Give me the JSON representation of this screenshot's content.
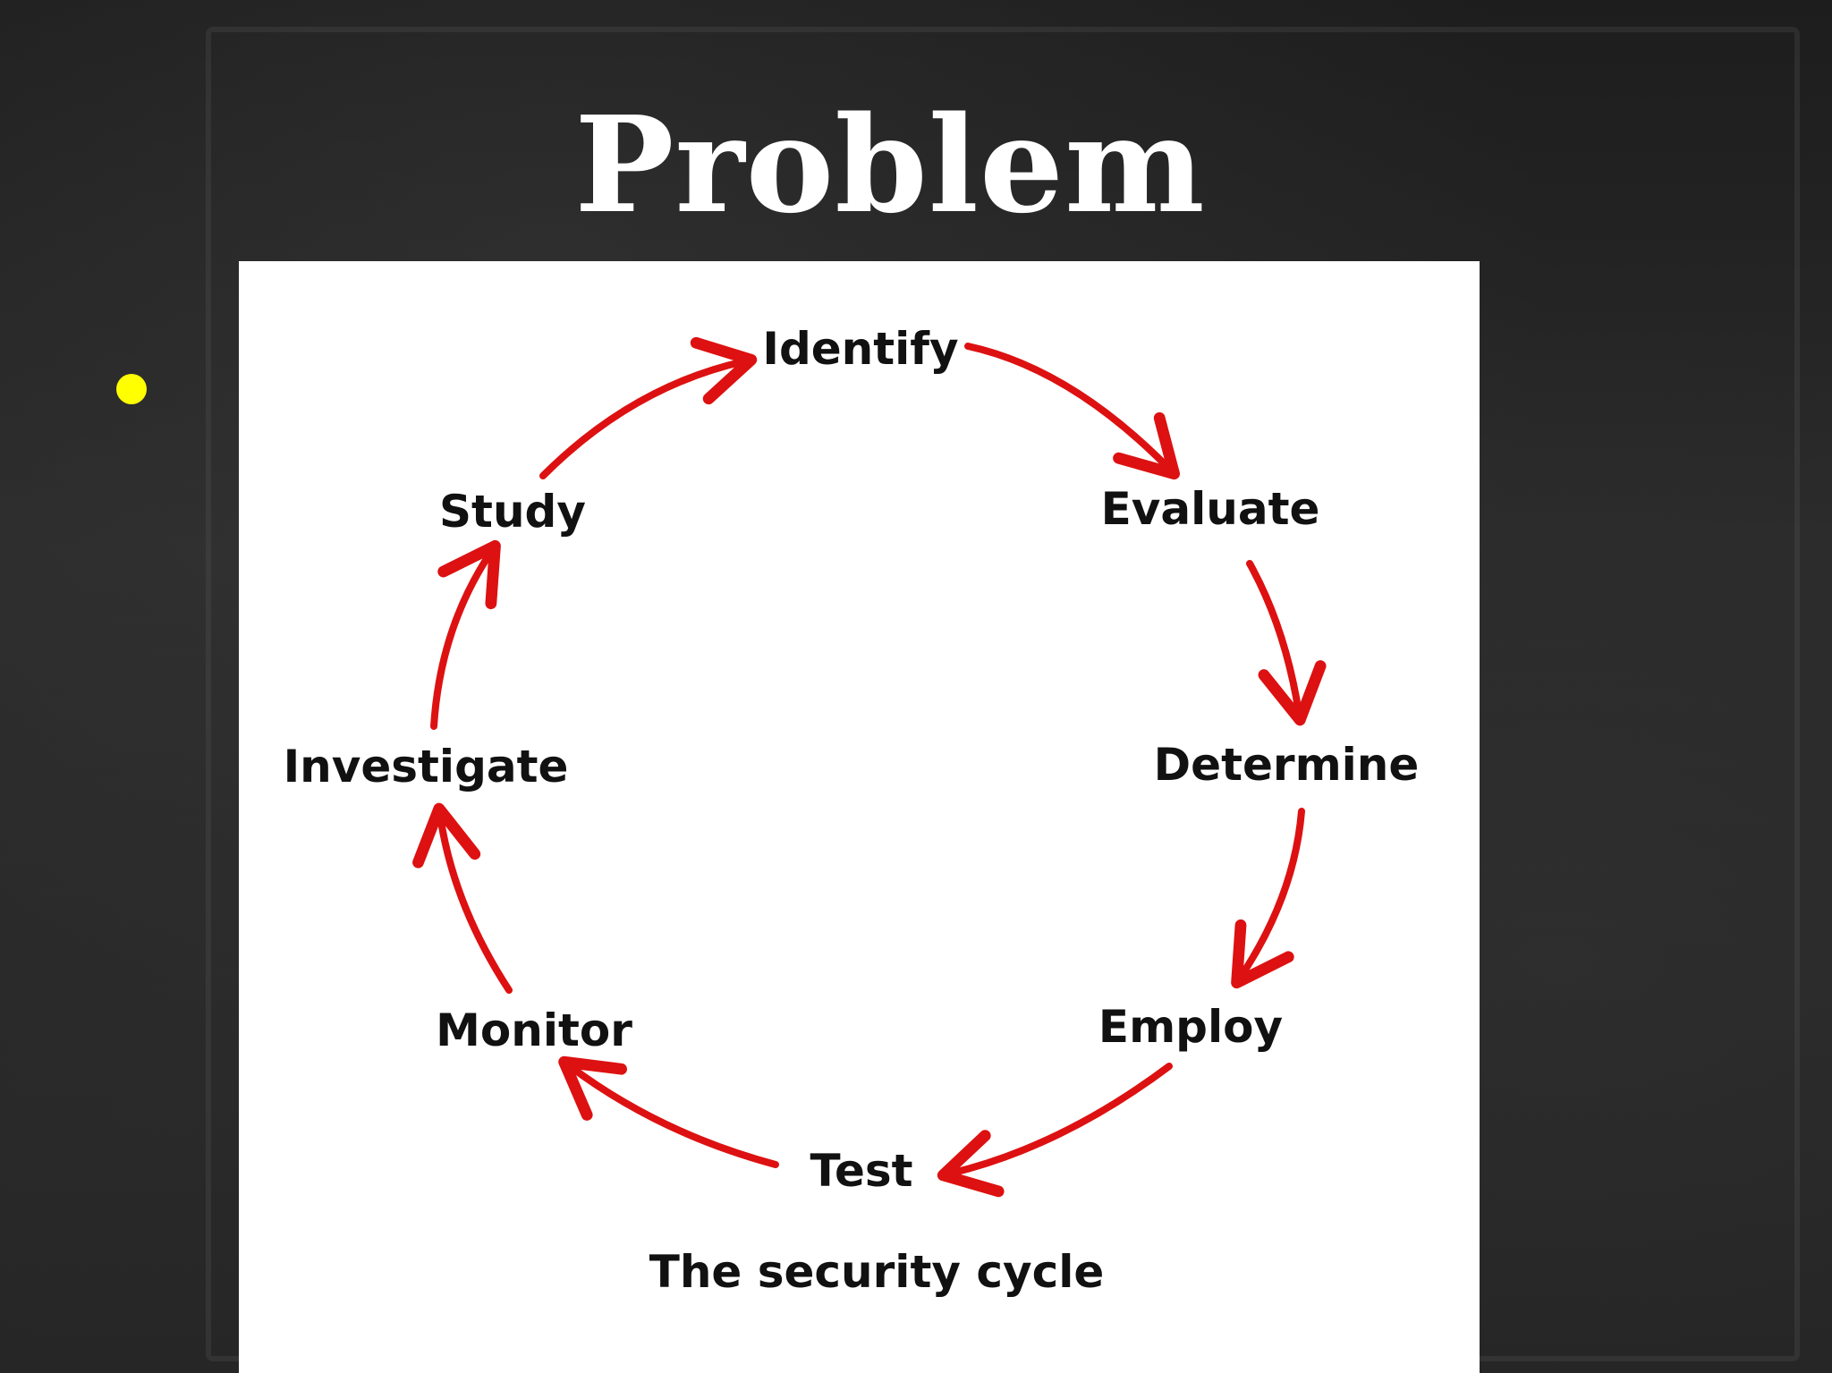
{
  "slide": {
    "title": "Problem"
  },
  "diagram": {
    "caption": "The security cycle",
    "arrow_color": "#dd1111",
    "bullet_color": "#ffff00",
    "nodes": [
      {
        "id": "identify",
        "label": "Identify"
      },
      {
        "id": "evaluate",
        "label": "Evaluate"
      },
      {
        "id": "determine",
        "label": "Determine"
      },
      {
        "id": "employ",
        "label": "Employ"
      },
      {
        "id": "test",
        "label": "Test"
      },
      {
        "id": "monitor",
        "label": "Monitor"
      },
      {
        "id": "investigate",
        "label": "Investigate"
      },
      {
        "id": "study",
        "label": "Study"
      }
    ],
    "edges": [
      {
        "from": "identify",
        "to": "evaluate"
      },
      {
        "from": "evaluate",
        "to": "determine"
      },
      {
        "from": "determine",
        "to": "employ"
      },
      {
        "from": "employ",
        "to": "test"
      },
      {
        "from": "test",
        "to": "monitor"
      },
      {
        "from": "monitor",
        "to": "investigate"
      },
      {
        "from": "investigate",
        "to": "study"
      },
      {
        "from": "study",
        "to": "identify"
      }
    ]
  }
}
